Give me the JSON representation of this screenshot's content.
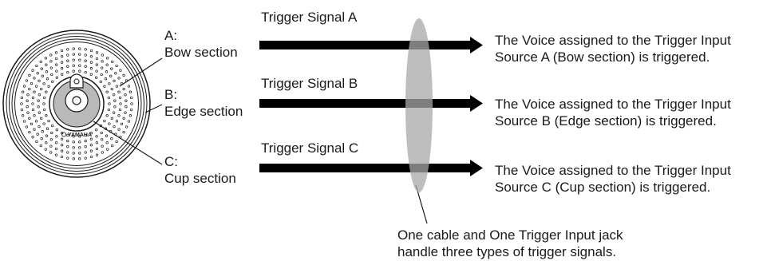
{
  "sections": [
    {
      "letter": "A:",
      "name": "Bow section"
    },
    {
      "letter": "B:",
      "name": "Edge section"
    },
    {
      "letter": "C:",
      "name": "Cup section"
    }
  ],
  "signals": [
    {
      "label": "Trigger Signal A",
      "result": [
        "The Voice assigned to the Trigger Input",
        "Source A (Bow section) is triggered."
      ]
    },
    {
      "label": "Trigger Signal B",
      "result": [
        "The Voice assigned to the Trigger Input",
        "Source B (Edge section) is triggered."
      ]
    },
    {
      "label": "Trigger Signal C",
      "result": [
        "The Voice assigned to the Trigger Input",
        "Source C (Cup section) is triggered."
      ]
    }
  ],
  "pad_brand": "YAMAHA",
  "note": [
    "One cable and One Trigger Input jack",
    "handle three types of trigger signals."
  ],
  "colors": {
    "ink": "#1a1a1a",
    "ellipse": "#a8a8a8",
    "arrow": "#000000"
  }
}
